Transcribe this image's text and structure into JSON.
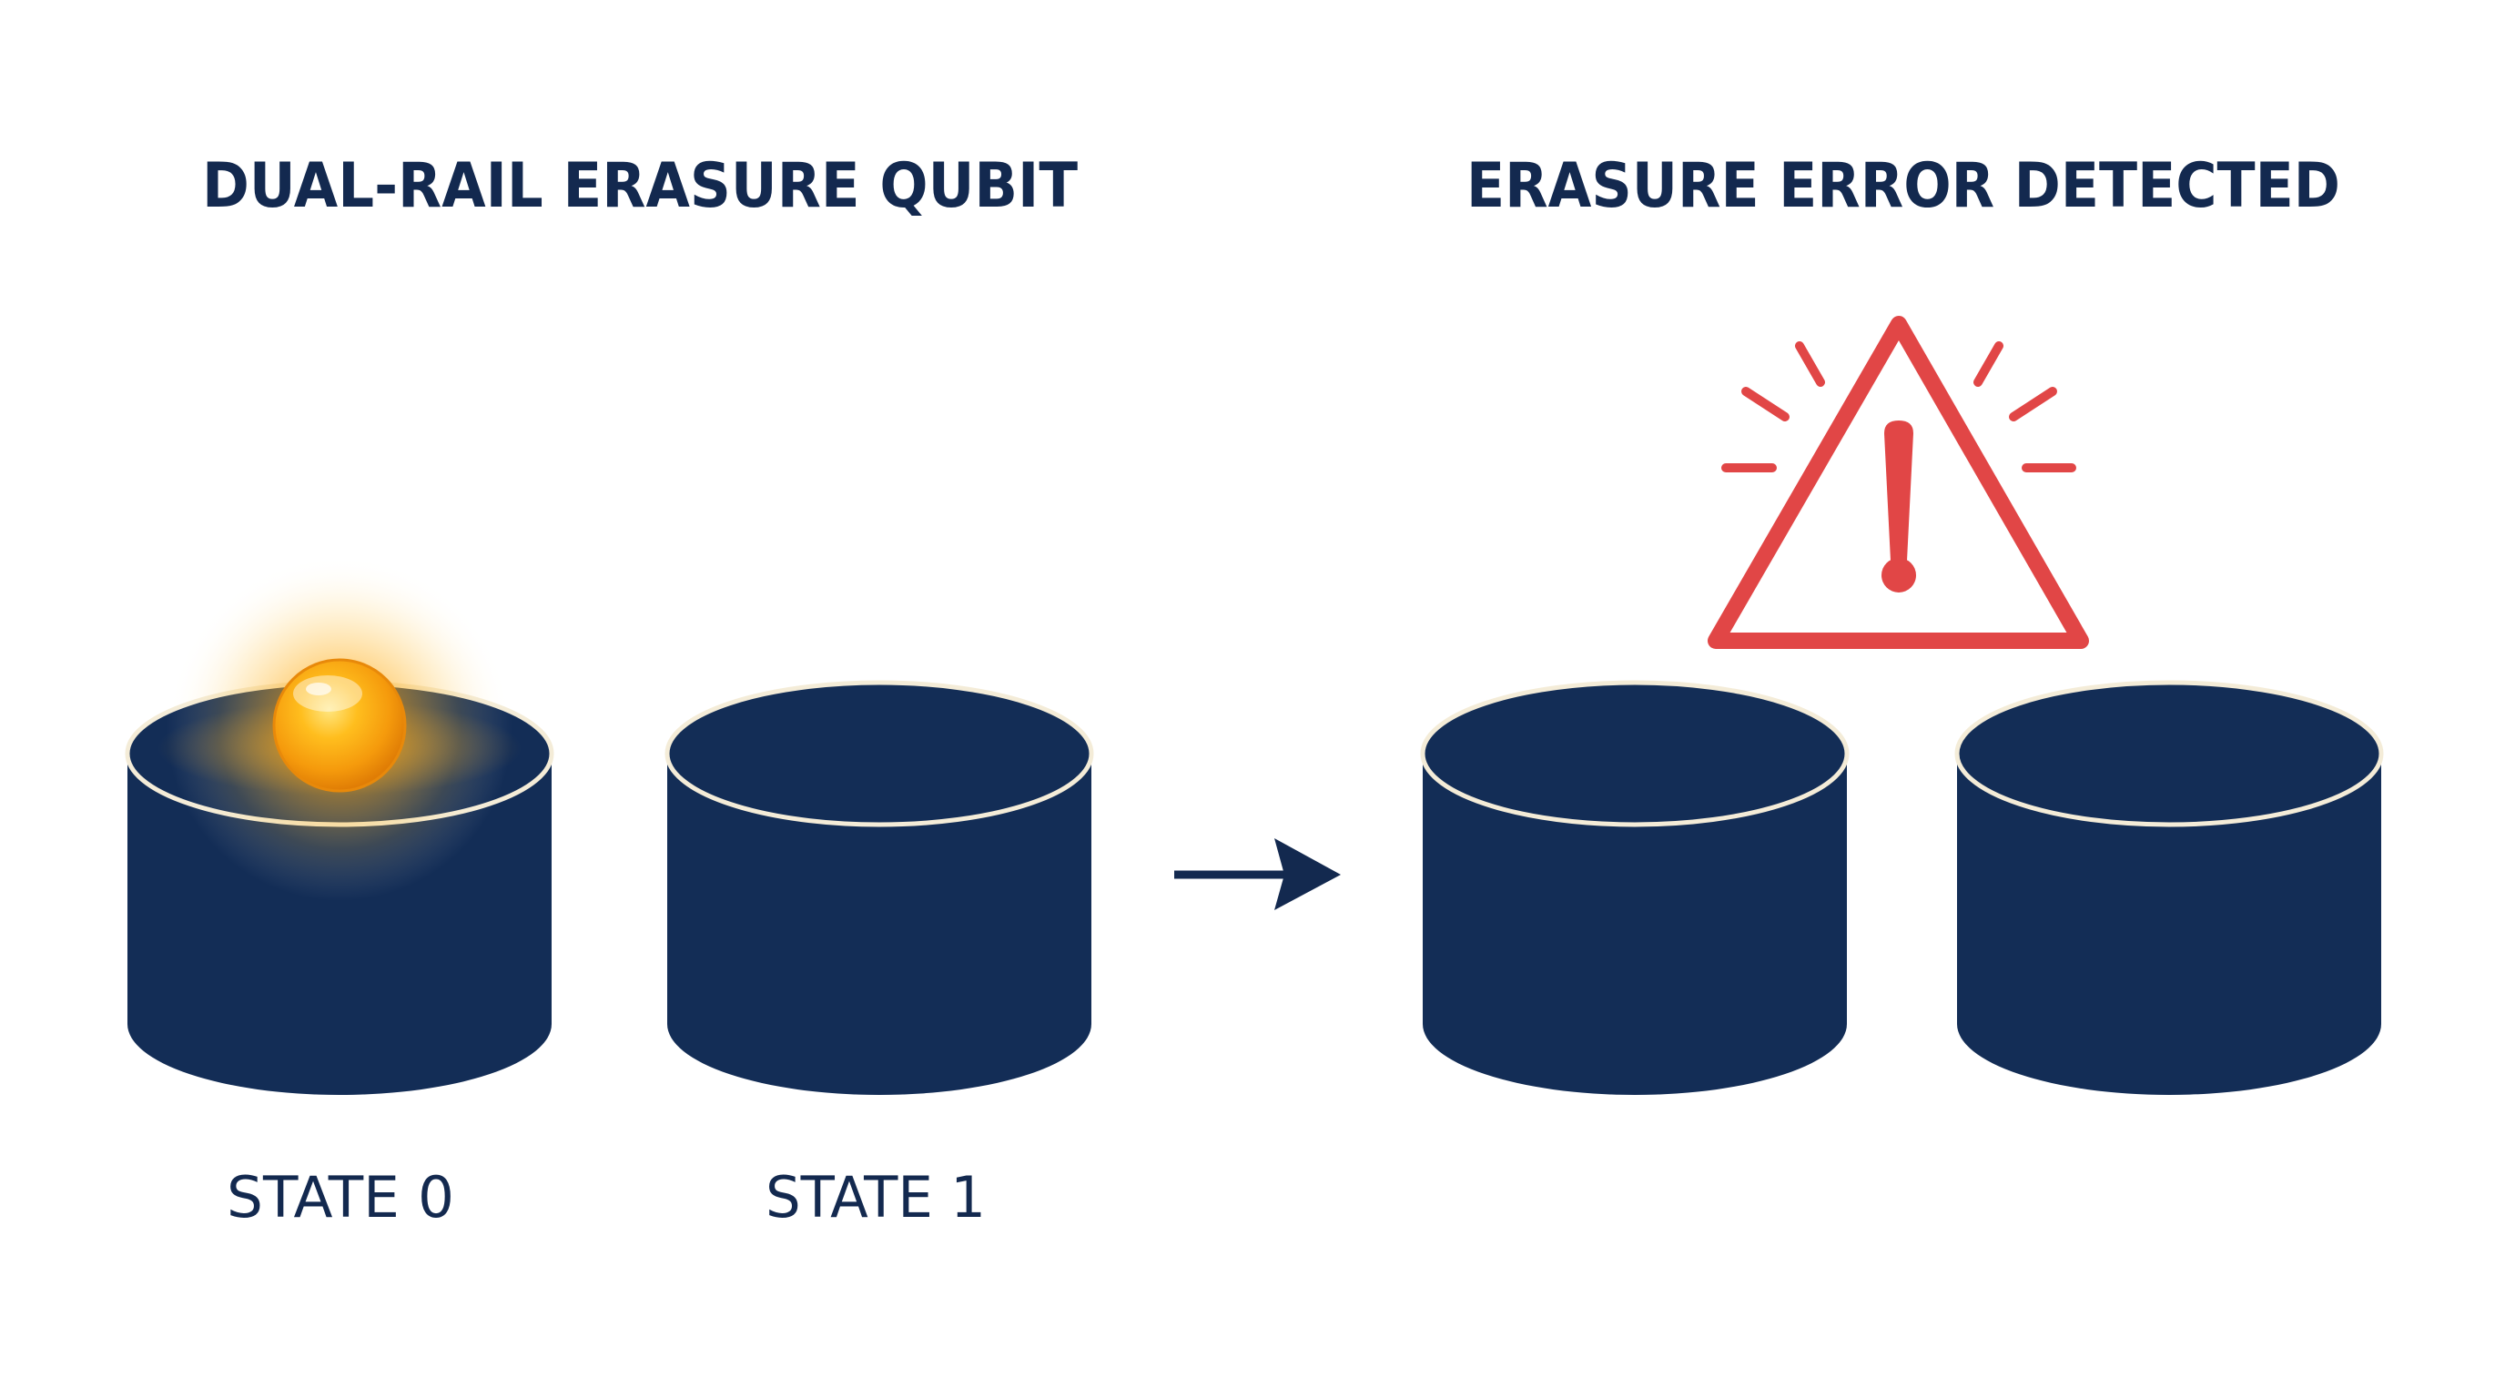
{
  "titles": {
    "left": "DUAL-RAIL ERASURE QUBIT",
    "right": "ERASURE ERROR DETECTED"
  },
  "labels": {
    "state0": "STATE 0",
    "state1": "STATE 1"
  },
  "colors": {
    "text": "#13294f",
    "cylinder": "#132d56",
    "rim": "#f4ecd8",
    "photon": "#f7a614",
    "warning": "#e14646"
  },
  "icons": {
    "photon": "glowing-orange-sphere",
    "arrow": "right-arrow",
    "warning": "warning-triangle-exclamation"
  }
}
